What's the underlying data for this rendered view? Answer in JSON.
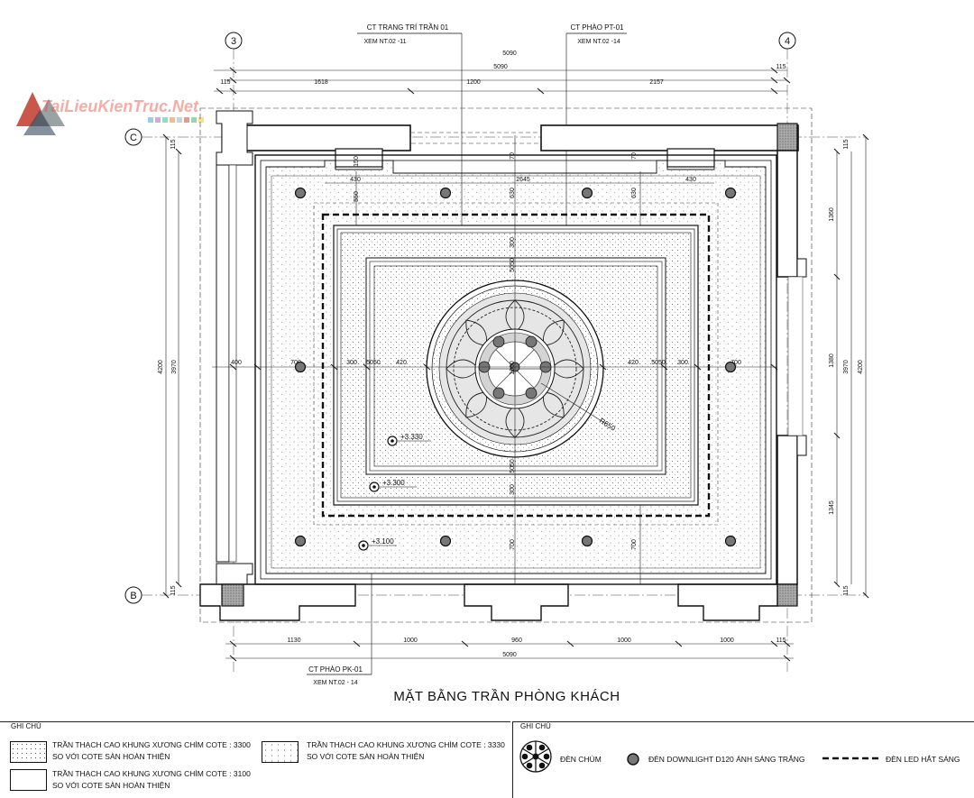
{
  "watermark": {
    "text": "TaiLieuKienTruc.Net"
  },
  "grid_axes": {
    "top_left": "3",
    "top_right": "4",
    "left_top": "C",
    "left_bottom": "B"
  },
  "callouts": {
    "ceiling_deco": {
      "line1": "CT TRANG TRÍ TRẦN 01",
      "line2": "XEM NT.02 -11"
    },
    "cornice_pt": {
      "line1": "CT PHÀO PT-01",
      "line2": "XEM NT.02 -14"
    },
    "cornice_pk": {
      "line1": "CT PHÀO PK-01",
      "line2": "XEM NT.02 - 14"
    }
  },
  "dimensions": {
    "top_overall": "5090",
    "top_inner": "5090",
    "top_right_small": "115",
    "top_left_small": "115",
    "top_segments": [
      "1618",
      "1200",
      "2157"
    ],
    "inner_top": [
      "430",
      "2645",
      "430"
    ],
    "vertical_small": [
      "150",
      "70",
      "70"
    ],
    "vertical_550": "550",
    "vertical_630_a": "630",
    "vertical_630_b": "630",
    "vertical_300_top": "300",
    "vertical_5050_top": "5050",
    "center_vertical": "1000",
    "vertical_5050_bottom": "5050",
    "vertical_300_bottom": "300",
    "vertical_700_a": "700",
    "vertical_700_b": "700",
    "horizontal_row": [
      "400",
      "700",
      "300",
      "5050",
      "420",
      "420",
      "5050",
      "300",
      "700"
    ],
    "radius": "R650",
    "left_side": [
      "115",
      "4200",
      "3970",
      "115"
    ],
    "right_side": [
      "115",
      "1360",
      "1380",
      "1345",
      "115",
      "3970",
      "4200"
    ],
    "bottom_segments": [
      "1130",
      "1000",
      "960",
      "1000",
      "1000",
      "115"
    ],
    "bottom_overall": "5090"
  },
  "levels": {
    "l1": "+3.330",
    "l2": "+3.300",
    "l3": "+3.100"
  },
  "drawing_title": "MẶT BẰNG TRẦN PHÒNG KHÁCH",
  "legend_left": {
    "heading": "GHI CHÚ",
    "item1_line1": "TRẦN THẠCH CAO KHUNG XƯƠNG CHÌM COTE : 3300",
    "item1_line2": "SO VỚI COTE SÀN HOÀN THIỆN",
    "item2_line1": "TRẦN THẠCH CAO KHUNG XƯƠNG CHÌM COTE : 3330",
    "item2_line2": "SO VỚI COTE SÀN HOÀN THIỆN",
    "item3_line1": "TRẦN THẠCH CAO KHUNG XƯƠNG CHÌM COTE : 3100",
    "item3_line2": "SO VỚI COTE SÀN HOÀN THIỆN"
  },
  "legend_right": {
    "heading": "GHI CHÚ",
    "chandelier": "ĐÈN CHÙM",
    "downlight": "ĐÈN DOWNLIGHT D120 ÁNH SÁNG TRẮNG",
    "led": "ĐÈN LED HẮT SÁNG"
  }
}
